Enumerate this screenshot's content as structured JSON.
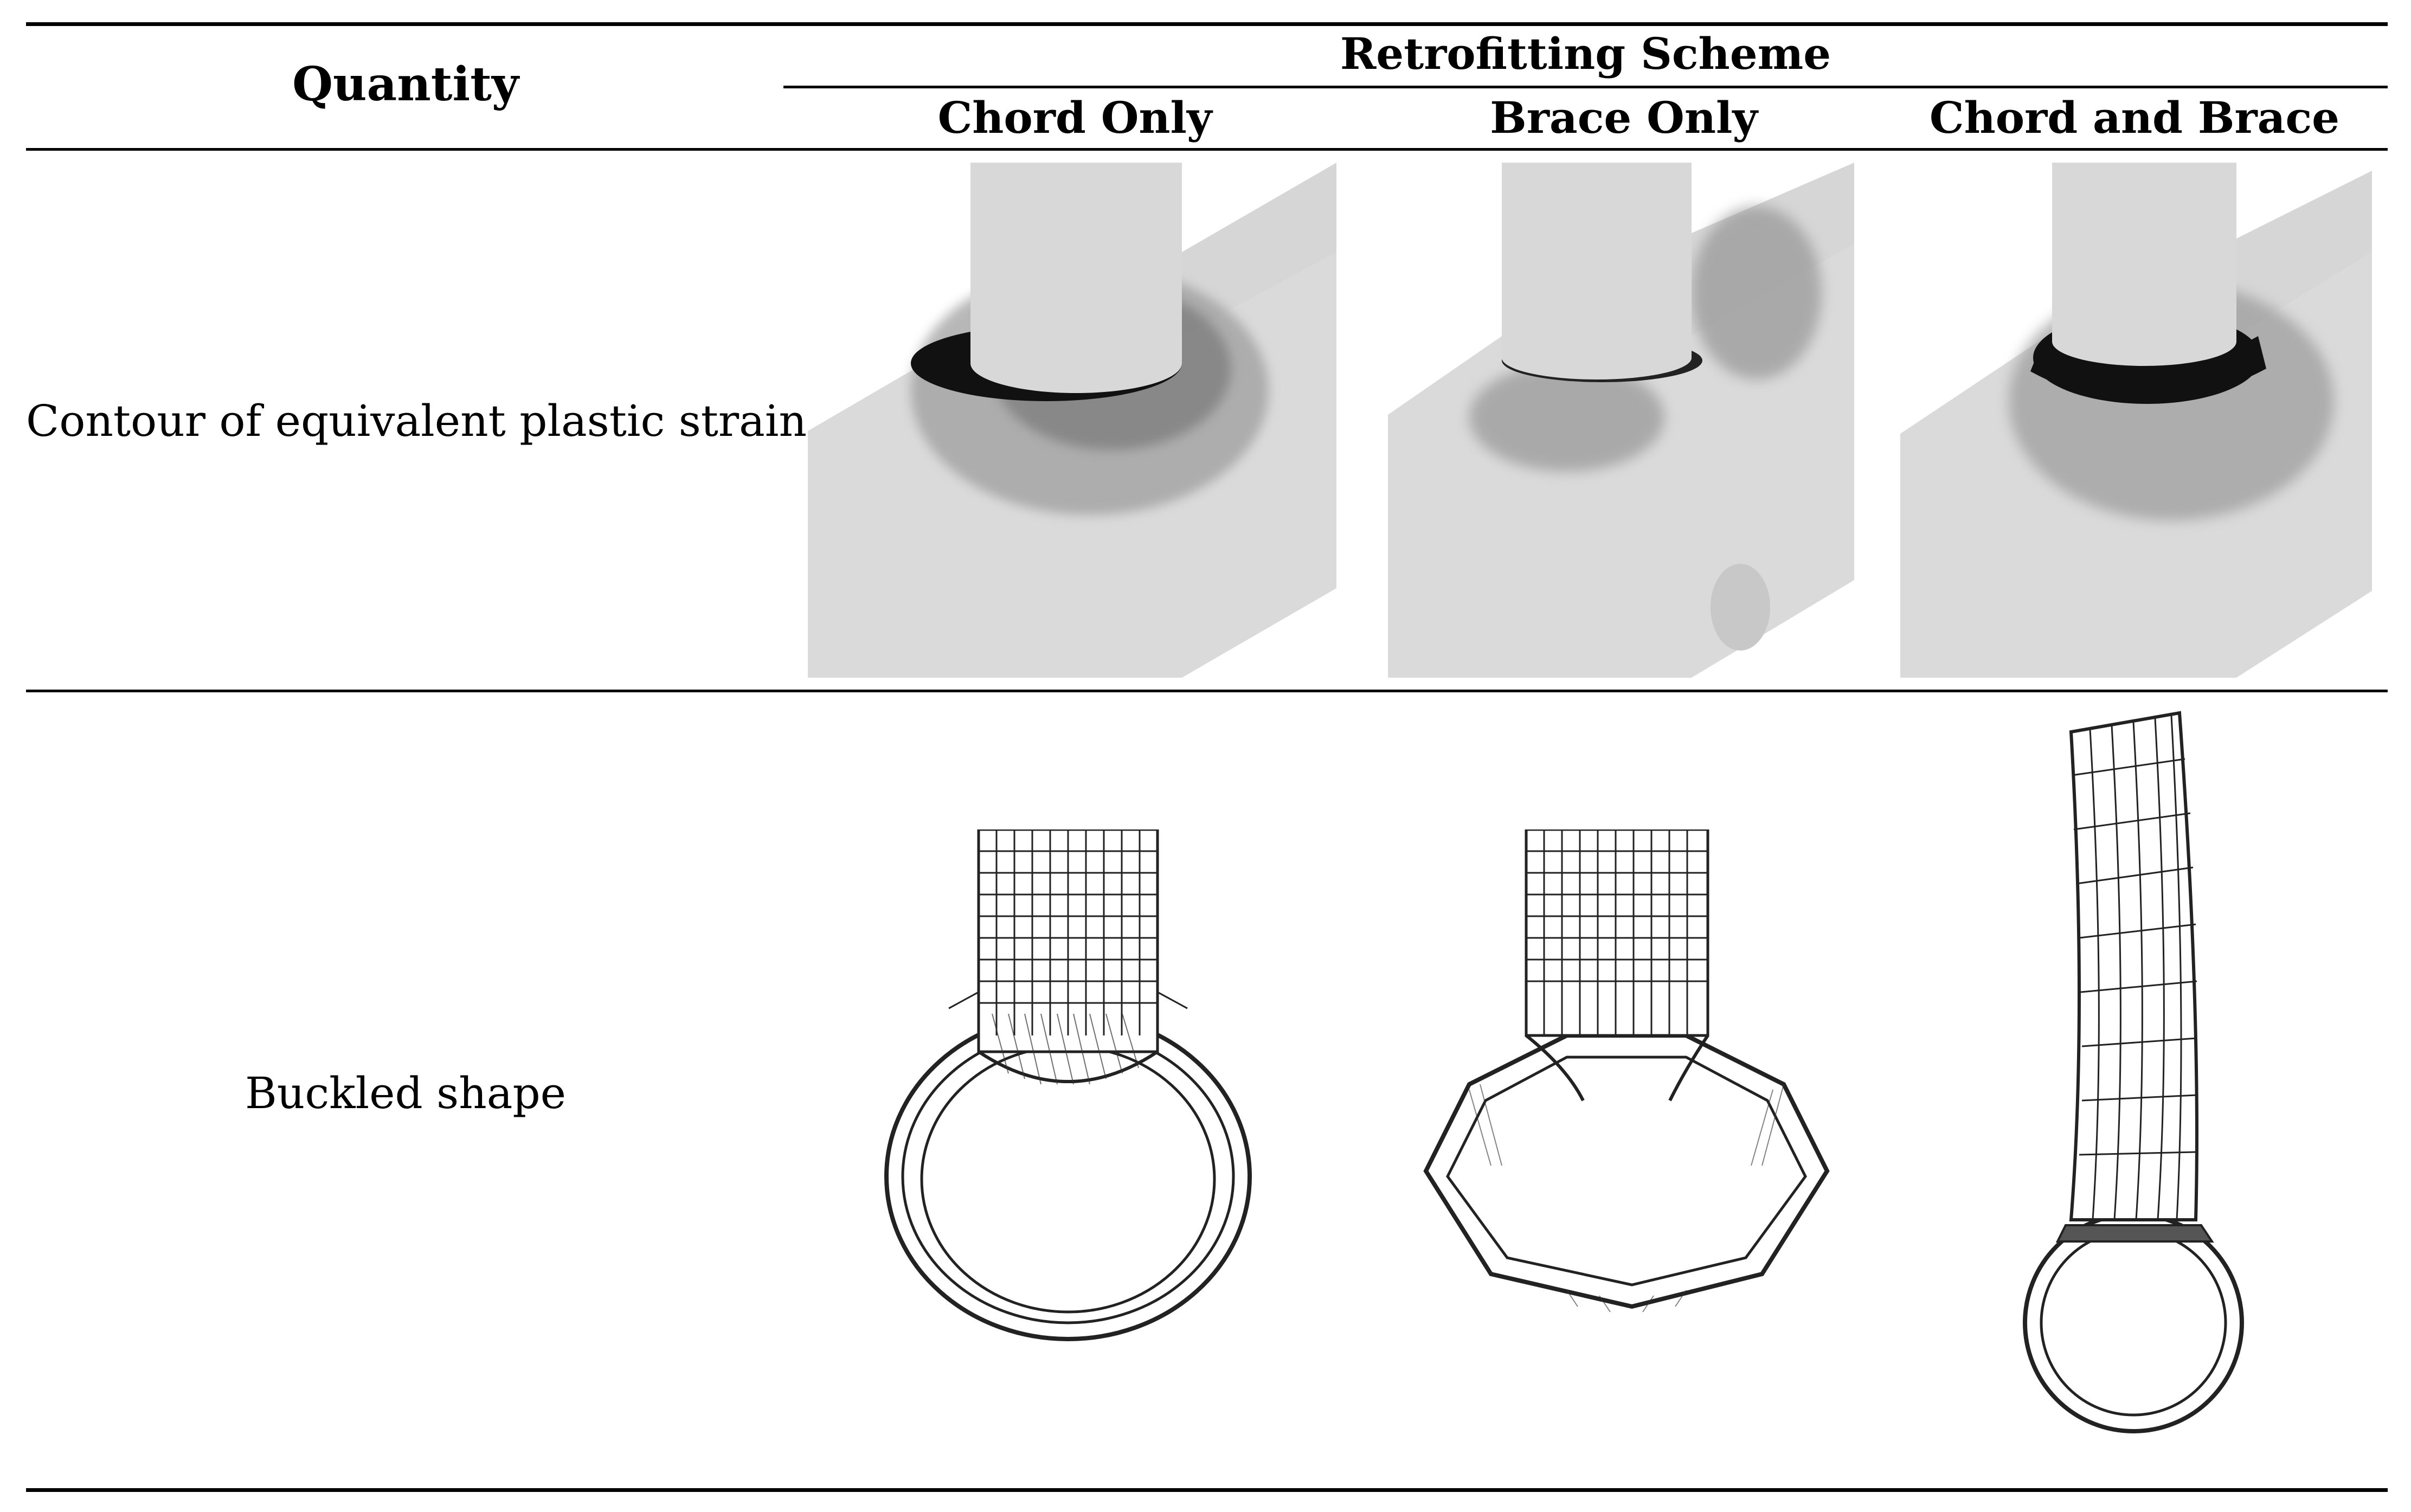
{
  "table": {
    "header": {
      "quantity": "Quantity",
      "scheme_group": "Retrofitting Scheme",
      "columns": [
        "Chord Only",
        "Brace Only",
        "Chord and Brace"
      ]
    },
    "rows": [
      {
        "label": "Contour of equivalent plastic strain",
        "cells": [
          "contour-chord-only",
          "contour-brace-only",
          "contour-chord-and-brace"
        ]
      },
      {
        "label": "Buckled shape",
        "cells": [
          "buckled-chord-only",
          "buckled-brace-only",
          "buckled-chord-and-brace"
        ]
      }
    ]
  },
  "colors": {
    "rule": "#000000",
    "model_face": "#dadada",
    "plastic_high": "#111111",
    "mesh_line": "#222222"
  }
}
